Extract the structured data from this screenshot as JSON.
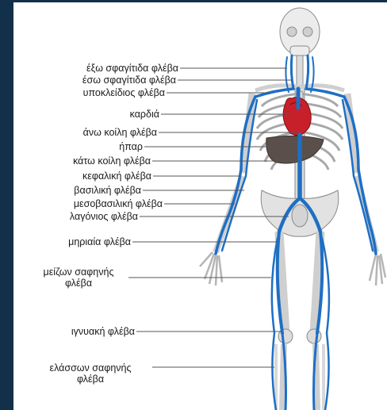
{
  "labels": {
    "external_jugular": "έξω σφαγίτιδα φλέβα",
    "internal_jugular": "έσω σφαγίτιδα φλέβα",
    "subclavian": "υποκλείδιος φλέβα",
    "heart": "καρδιά",
    "superior_vena_cava": "άνω κοίλη φλέβα",
    "liver": "ήπαρ",
    "inferior_vena_cava": "κάτω κοίλη φλέβα",
    "cephalic": "κεφαλική φλέβα",
    "basilic": "βασιλική φλέβα",
    "median_basilic": "μεσοβασιλική φλέβα",
    "iliac": "λαγόνιος φλέβα",
    "femoral": "μηριαία φλέβα",
    "great_saphenous_1": "μείζων σαφηνής",
    "great_saphenous_2": "φλέβα",
    "popliteal": "ιγνυακή φλέβα",
    "small_saphenous_1": "ελάσσων σαφηνής",
    "small_saphenous_2": "φλέβα"
  },
  "colors": {
    "frame": "#13304a",
    "vein": "#1e6fc4",
    "bone": "#e8e8e8",
    "bone_outline": "#8a8a8a",
    "heart": "#c8202a",
    "liver": "#5a4f4a",
    "leader_line": "#555555"
  }
}
